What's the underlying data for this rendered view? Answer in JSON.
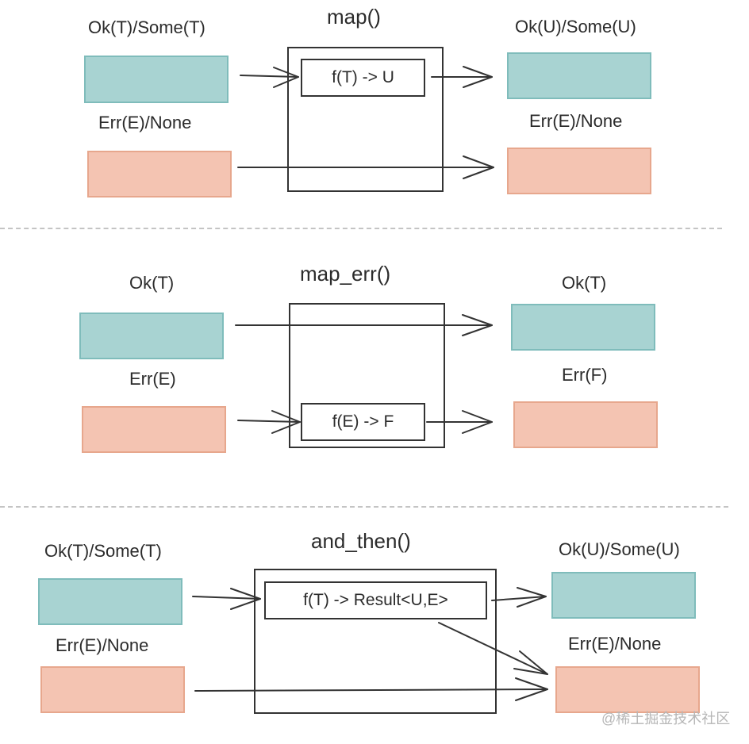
{
  "colors": {
    "ok_fill": "#a8d3d2",
    "ok_border": "#7fbcbb",
    "err_fill": "#f4c4b2",
    "err_border": "#e7a78d",
    "stroke": "#333333",
    "separator": "#c4c4c4"
  },
  "sections": [
    {
      "title": "map()",
      "input_ok_label": "Ok(T)/Some(T)",
      "input_err_label": "Err(E)/None",
      "function_label": "f(T) -> U",
      "output_ok_label": "Ok(U)/Some(U)",
      "output_err_label": "Err(E)/None"
    },
    {
      "title": "map_err()",
      "input_ok_label": "Ok(T)",
      "input_err_label": "Err(E)",
      "function_label": "f(E) -> F",
      "output_ok_label": "Ok(T)",
      "output_err_label": "Err(F)"
    },
    {
      "title": "and_then()",
      "input_ok_label": "Ok(T)/Some(T)",
      "input_err_label": "Err(E)/None",
      "function_label": "f(T) -> Result<U,E>",
      "output_ok_label": "Ok(U)/Some(U)",
      "output_err_label": "Err(E)/None"
    }
  ],
  "watermark": "@稀土掘金技术社区"
}
